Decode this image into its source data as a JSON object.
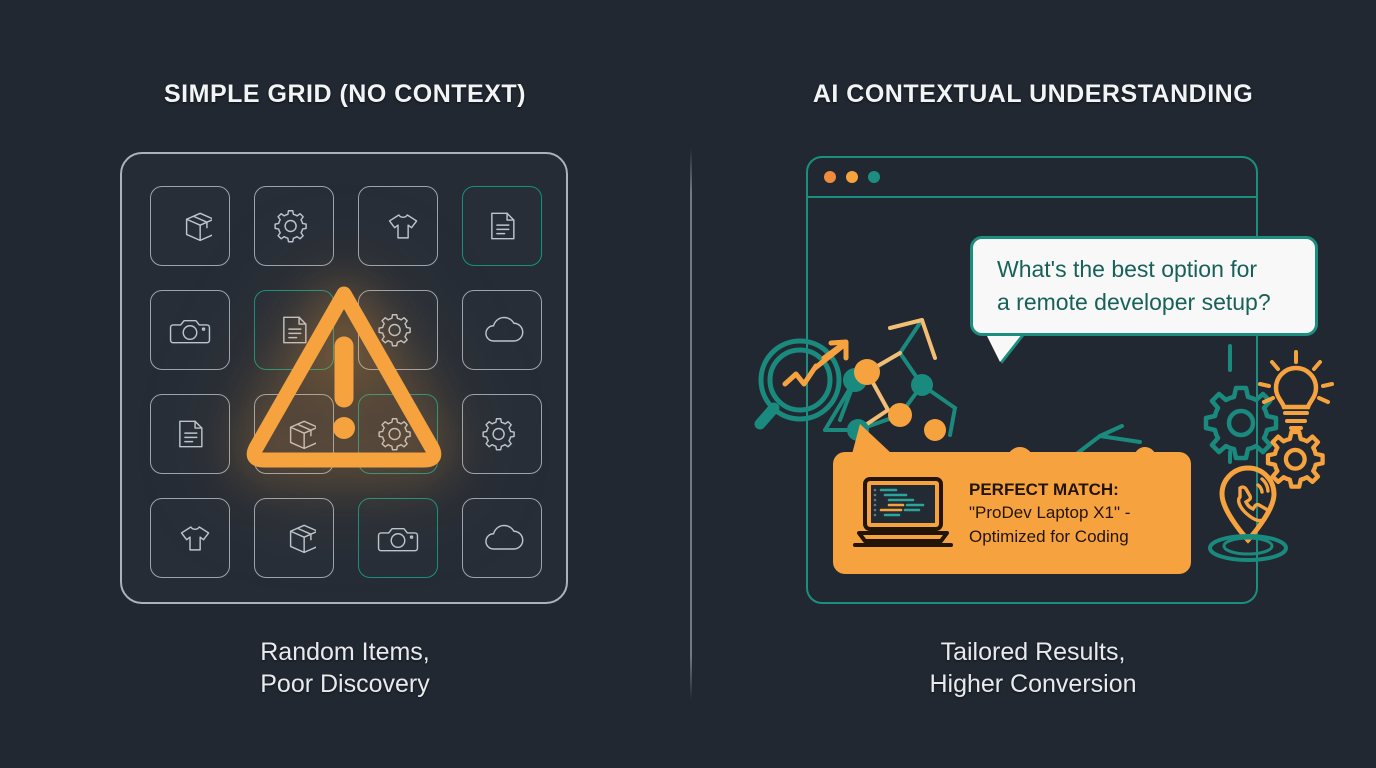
{
  "background_color": "#212831",
  "accent_orange": "#f6a33f",
  "accent_teal": "#1c8e80",
  "text_light": "#f2f4f6",
  "left_panel": {
    "title": "SIMPLE GRID (NO CONTEXT)",
    "caption": "Random Items,\nPoor Discovery",
    "grid": {
      "rows": 4,
      "cols": 4,
      "tiles": [
        {
          "icon": "box-icon",
          "highlight": "none"
        },
        {
          "icon": "gear-icon",
          "highlight": "none"
        },
        {
          "icon": "tshirt-icon",
          "highlight": "none"
        },
        {
          "icon": "document-icon",
          "highlight": "teal"
        },
        {
          "icon": "camera-icon",
          "highlight": "none"
        },
        {
          "icon": "document-icon",
          "highlight": "teal"
        },
        {
          "icon": "gear-icon",
          "highlight": "none"
        },
        {
          "icon": "cloud-icon",
          "highlight": "none"
        },
        {
          "icon": "document-icon",
          "highlight": "none"
        },
        {
          "icon": "box-icon",
          "highlight": "none"
        },
        {
          "icon": "gear-icon",
          "highlight": "teal"
        },
        {
          "icon": "gear-icon",
          "highlight": "none"
        },
        {
          "icon": "tshirt-icon",
          "highlight": "none"
        },
        {
          "icon": "box-icon",
          "highlight": "none"
        },
        {
          "icon": "camera-icon",
          "highlight": "teal"
        },
        {
          "icon": "cloud-icon",
          "highlight": "none"
        }
      ]
    },
    "overlay": {
      "icon": "warning-triangle-icon",
      "color": "#f6a33f"
    }
  },
  "right_panel": {
    "title": "AI CONTEXTUAL UNDERSTANDING",
    "caption": "Tailored Results,\nHigher Conversion",
    "browser": {
      "traffic_lights": [
        "#f08a3c",
        "#f6a33f",
        "#1c8e80"
      ]
    },
    "speech_bubble": {
      "text": "What's the best option for\na remote developer setup?",
      "text_color": "#18615b",
      "fill": "#f7f8f7"
    },
    "match_card": {
      "heading": "PERFECT MATCH:",
      "body": "\"ProDev Laptop X1\" -\nOptimized for Coding",
      "fill": "#f6a33f",
      "icon": "laptop-code-icon"
    },
    "decor_icons": [
      {
        "name": "magnifier-trend-icon",
        "color": "#1c8e80"
      },
      {
        "name": "gear-icon",
        "color": "#1c8e80"
      },
      {
        "name": "lightbulb-icon",
        "color": "#f6a33f"
      },
      {
        "name": "gear-icon",
        "color": "#f6a33f"
      },
      {
        "name": "location-pin-phone-icon",
        "color": "#f6a33f"
      }
    ],
    "network_graph": {
      "node_colors": [
        "#1a8a7e",
        "#f6a33f"
      ],
      "edge_colors": [
        "#1a8a7e",
        "#f3bd76"
      ]
    }
  }
}
